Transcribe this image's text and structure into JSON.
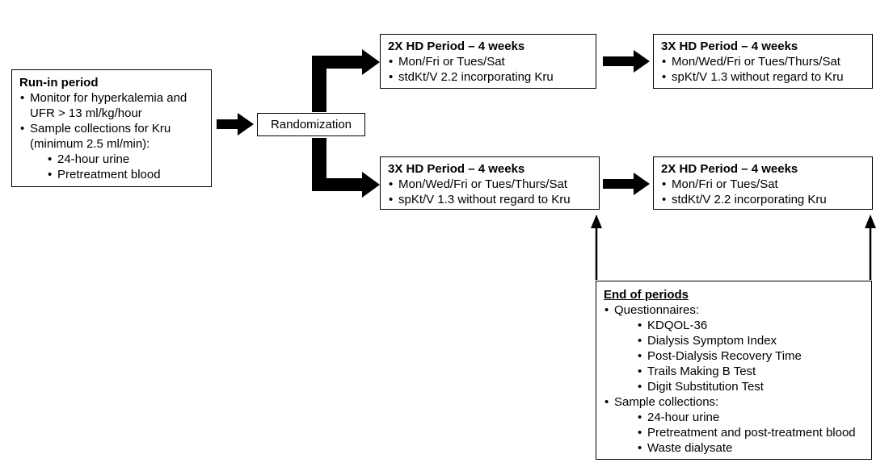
{
  "diagram": {
    "run_in": {
      "title": "Run-in period",
      "bullets": [
        "Monitor for hyperkalemia and UFR > 13 ml/kg/hour",
        "Sample collections for Kru (minimum 2.5 ml/min):"
      ],
      "sub_bullets": [
        "24-hour urine",
        "Pretreatment blood"
      ]
    },
    "randomization": {
      "label": "Randomization"
    },
    "arm_top_period1": {
      "title": "2X HD Period – 4 weeks",
      "bullets": [
        "Mon/Fri or Tues/Sat",
        "stdKt/V 2.2 incorporating Kru"
      ]
    },
    "arm_top_period2": {
      "title": "3X HD Period – 4 weeks",
      "bullets": [
        "Mon/Wed/Fri or Tues/Thurs/Sat",
        "spKt/V 1.3 without regard to Kru"
      ]
    },
    "arm_bottom_period1": {
      "title": "3X HD Period – 4 weeks",
      "bullets": [
        "Mon/Wed/Fri or Tues/Thurs/Sat",
        "spKt/V 1.3 without regard to Kru"
      ]
    },
    "arm_bottom_period2": {
      "title": "2X HD Period – 4 weeks",
      "bullets": [
        "Mon/Fri or Tues/Sat",
        "stdKt/V 2.2 incorporating Kru"
      ]
    },
    "end_of_periods": {
      "title": "End of periods",
      "sections": [
        {
          "label": "Questionnaires:",
          "items": [
            "KDQOL-36",
            "Dialysis Symptom Index",
            "Post-Dialysis Recovery Time",
            "Trails Making B Test",
            "Digit Substitution Test"
          ]
        },
        {
          "label": "Sample collections:",
          "items": [
            "24-hour urine",
            "Pretreatment and post-treatment blood",
            "Waste dialysate"
          ]
        }
      ]
    },
    "colors": {
      "ink": "#000000",
      "background": "#ffffff"
    }
  }
}
